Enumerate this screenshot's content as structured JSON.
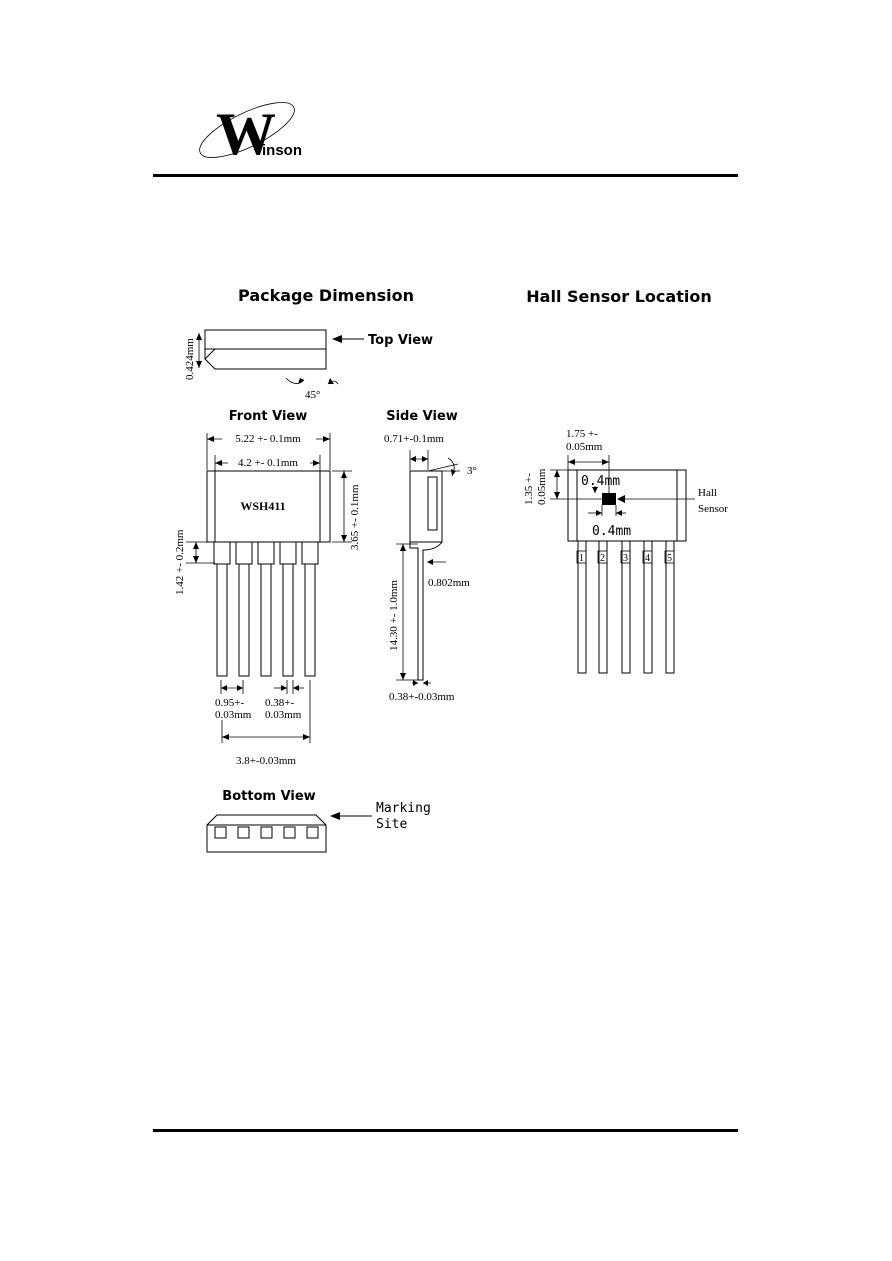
{
  "logo": {
    "initial": "W",
    "rest": "inson"
  },
  "package_dimension": {
    "title": "Package Dimension",
    "top_view": {
      "label": "Top View",
      "height_dim": "0.424mm",
      "angle": "45°"
    },
    "front_view": {
      "label": "Front View",
      "overall_width": "5.22 +- 0.1mm",
      "body_width": "4.2 +- 0.1mm",
      "body_height": "3.65 +- 0.1mm",
      "lead_shoulder": "1.42 +- 0.2mm",
      "marking": "WSH411",
      "pitch_top": "0.95+-",
      "pitch_bottom": "0.03mm",
      "lead_width_top": "0.38+-",
      "lead_width_bottom": "0.03mm",
      "span": "3.8+-0.03mm"
    },
    "side_view": {
      "label": "Side View",
      "thickness": "0.71+-0.1mm",
      "angle": "3°",
      "lead_length": "14.30 +- 1.0mm",
      "lead_offset": "0.802mm",
      "lead_width": "0.38+-0.03mm"
    },
    "bottom_view": {
      "label": "Bottom View",
      "marking_line1": "Marking",
      "marking_line2": "Site"
    }
  },
  "hall_sensor": {
    "title": "Hall Sensor Location",
    "x_dim_top": "1.75 +-",
    "x_dim_bottom": "0.05mm",
    "y_dim_top": "1.35 +-",
    "y_dim_bottom": "0.05mm",
    "size_top": "0.4mm",
    "size_bottom": "0.4mm",
    "sensor_line1": "Hall",
    "sensor_line2": "Sensor",
    "pins": [
      "1",
      "2",
      "3",
      "4",
      "5"
    ]
  }
}
